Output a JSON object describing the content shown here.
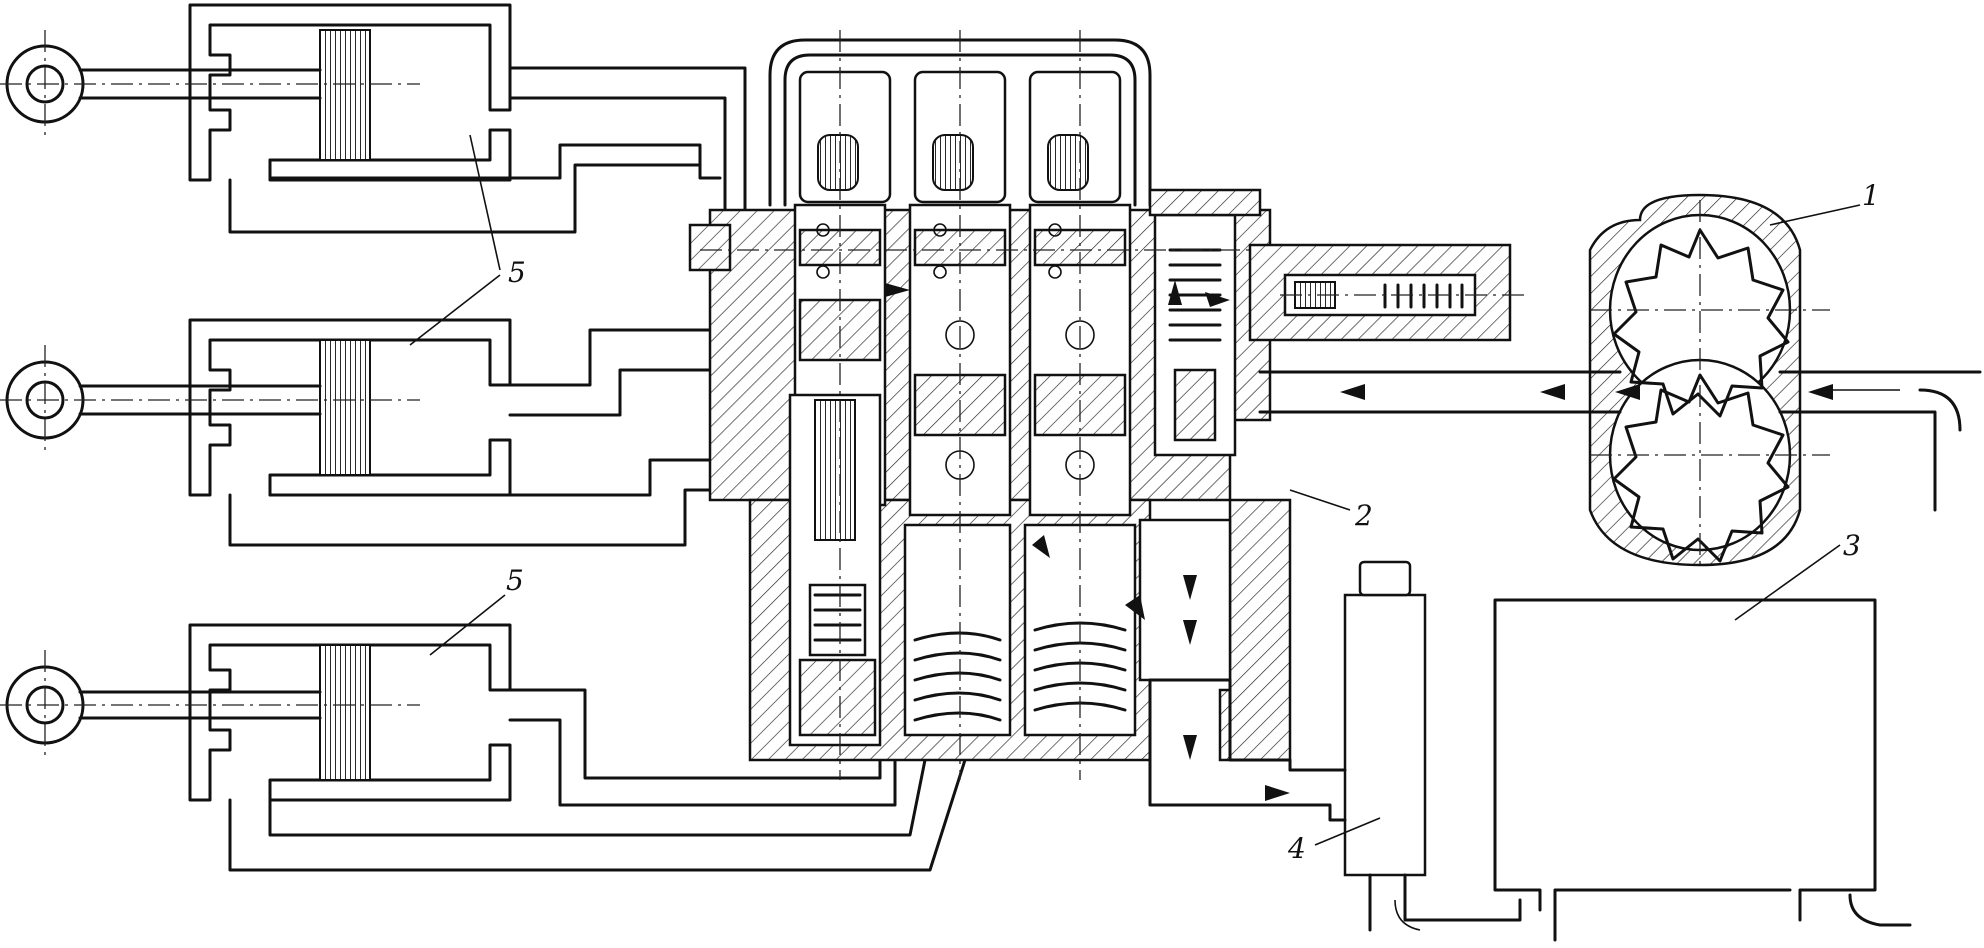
{
  "labels": {
    "pump": "1",
    "distributor": "2",
    "tank": "3",
    "filter": "4",
    "cylinder_top": "5",
    "cylinder_bottom": "5"
  },
  "colors": {
    "ink": "#111111",
    "paper": "#ffffff"
  }
}
